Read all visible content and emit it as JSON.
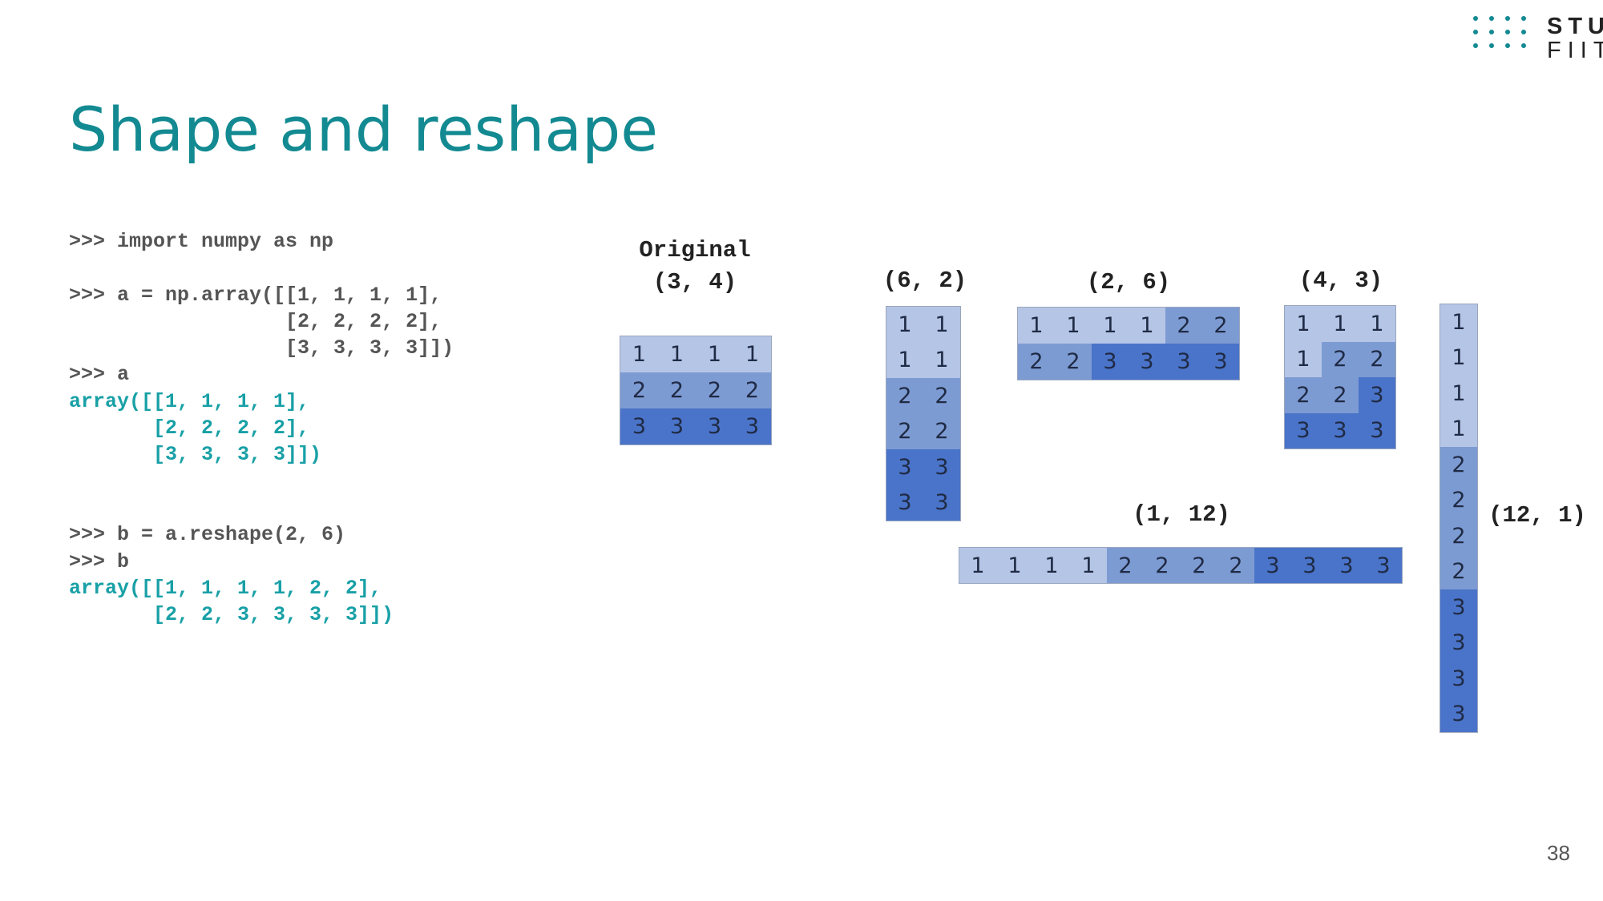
{
  "logo": {
    "line1": "STU",
    "line2": "FIIT",
    "dot_color": "#138a91"
  },
  "slide": {
    "title": "Shape and reshape",
    "page_number": "38"
  },
  "code": [
    {
      "kind": "input",
      "text": ">>> import numpy as np"
    },
    {
      "kind": "blank",
      "text": ""
    },
    {
      "kind": "input",
      "text": ">>> a = np.array([[1, 1, 1, 1],"
    },
    {
      "kind": "input",
      "text": "                  [2, 2, 2, 2],"
    },
    {
      "kind": "input",
      "text": "                  [3, 3, 3, 3]])"
    },
    {
      "kind": "input",
      "text": ">>> a"
    },
    {
      "kind": "output",
      "text": "array([[1, 1, 1, 1],"
    },
    {
      "kind": "output",
      "text": "       [2, 2, 2, 2],"
    },
    {
      "kind": "output",
      "text": "       [3, 3, 3, 3]])"
    },
    {
      "kind": "blank",
      "text": ""
    },
    {
      "kind": "blank",
      "text": ""
    },
    {
      "kind": "input",
      "text": ">>> b = a.reshape(2, 6)"
    },
    {
      "kind": "input",
      "text": ">>> b"
    },
    {
      "kind": "output",
      "text": "array([[1, 1, 1, 1, 2, 2],"
    },
    {
      "kind": "output",
      "text": "       [2, 2, 3, 3, 3, 3]])"
    }
  ],
  "value_colors": {
    "1": "#b5c5e6",
    "2": "#7d9bd3",
    "3": "#4a74c9"
  },
  "arrays": [
    {
      "id": "original",
      "label_lines": [
        "Original",
        "(3, 4)"
      ],
      "cells": [
        [
          1,
          1,
          1,
          1
        ],
        [
          2,
          2,
          2,
          2
        ],
        [
          3,
          3,
          3,
          3
        ]
      ]
    },
    {
      "id": "6x2",
      "label_lines": [
        "(6, 2)"
      ],
      "cells": [
        [
          1,
          1
        ],
        [
          1,
          1
        ],
        [
          2,
          2
        ],
        [
          2,
          2
        ],
        [
          3,
          3
        ],
        [
          3,
          3
        ]
      ]
    },
    {
      "id": "2x6",
      "label_lines": [
        "(2, 6)"
      ],
      "cells": [
        [
          1,
          1,
          1,
          1,
          2,
          2
        ],
        [
          2,
          2,
          3,
          3,
          3,
          3
        ]
      ]
    },
    {
      "id": "4x3",
      "label_lines": [
        "(4, 3)"
      ],
      "cells": [
        [
          1,
          1,
          1
        ],
        [
          1,
          2,
          2
        ],
        [
          2,
          2,
          3
        ],
        [
          3,
          3,
          3
        ]
      ]
    },
    {
      "id": "1x12",
      "label_lines": [
        "(1, 12)"
      ],
      "cells": [
        [
          1,
          1,
          1,
          1,
          2,
          2,
          2,
          2,
          3,
          3,
          3,
          3
        ]
      ]
    },
    {
      "id": "12x1",
      "label_lines": [
        "(12, 1)"
      ],
      "cells": [
        [
          1
        ],
        [
          1
        ],
        [
          1
        ],
        [
          1
        ],
        [
          2
        ],
        [
          2
        ],
        [
          2
        ],
        [
          2
        ],
        [
          3
        ],
        [
          3
        ],
        [
          3
        ],
        [
          3
        ]
      ]
    }
  ]
}
